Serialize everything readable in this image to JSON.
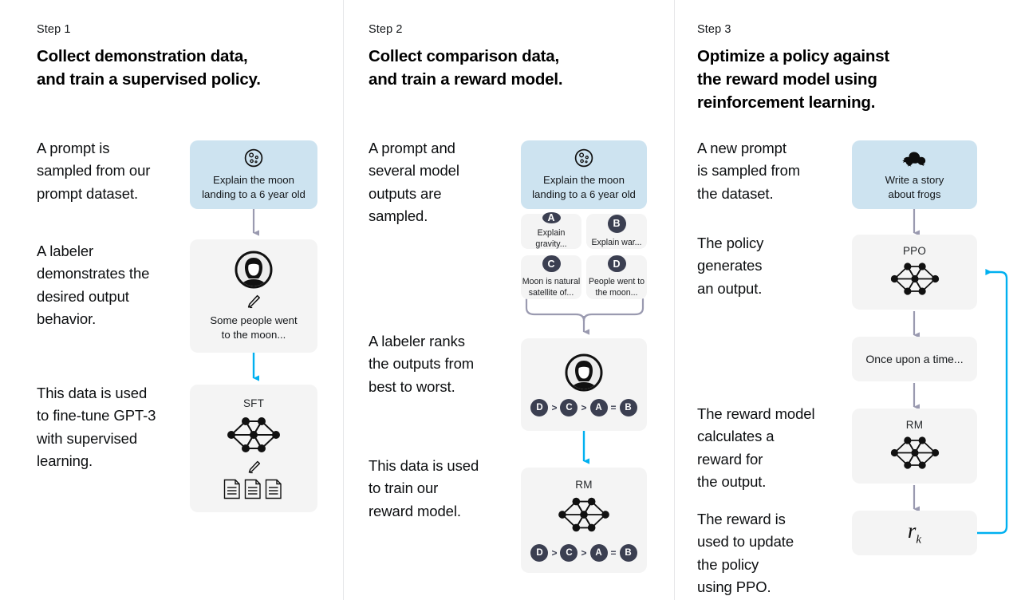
{
  "colors": {
    "prompt_box_blue": "#cde3f0",
    "neutral_box_gray": "#f4f4f4",
    "badge_dark": "#3b3f51",
    "arrow_gray": "#9a9ab0",
    "arrow_blue": "#00b0f0",
    "divider": "#e6e7e9",
    "text": "#0b0d0e"
  },
  "steps": [
    {
      "label": "Step 1",
      "title": "Collect demonstration data,\nand train a supervised policy.",
      "paragraphs": [
        "A prompt is\nsampled from our\nprompt dataset.",
        "A labeler\ndemonstrates the\ndesired output\nbehavior.",
        "This data is used\nto fine-tune GPT-3\nwith supervised\nlearning."
      ],
      "prompt_box": {
        "icon": "moon-icon",
        "text": "Explain the moon\nlanding to a 6 year old"
      },
      "labeler_box": {
        "icon": "labeler-avatar-icon",
        "sub_icon": "pencil-icon",
        "text": "Some people went\nto the moon..."
      },
      "model_box": {
        "tag": "SFT",
        "icon": "neural-network-icon",
        "sub_icon": "pencil-icon",
        "docs_icon": "documents-icon"
      }
    },
    {
      "label": "Step 2",
      "title": "Collect comparison data,\nand train a reward model.",
      "paragraphs": [
        "A prompt and\nseveral model\noutputs are\nsampled.",
        "A labeler ranks\nthe outputs from\nbest to worst.",
        "This data is used\nto train our\nreward model."
      ],
      "prompt_box": {
        "icon": "moon-icon",
        "text": "Explain the moon\nlanding to a 6 year old"
      },
      "outputs": [
        {
          "badge": "A",
          "text": "Explain gravity..."
        },
        {
          "badge": "B",
          "text": "Explain war..."
        },
        {
          "badge": "C",
          "text": "Moon is natural\nsatellite of..."
        },
        {
          "badge": "D",
          "text": "People went to\nthe moon..."
        }
      ],
      "ranking_box": {
        "icon": "labeler-avatar-icon",
        "ranking": [
          "D",
          ">",
          "C",
          ">",
          "A",
          "=",
          "B"
        ]
      },
      "reward_box": {
        "tag": "RM",
        "icon": "neural-network-icon",
        "ranking": [
          "D",
          ">",
          "C",
          ">",
          "A",
          "=",
          "B"
        ]
      }
    },
    {
      "label": "Step 3",
      "title": "Optimize a policy against\nthe reward model using\nreinforcement learning.",
      "paragraphs": [
        "A new prompt\nis sampled from\nthe dataset.",
        "The policy\ngenerates\nan output.",
        "The reward model\ncalculates a\nreward for\nthe output.",
        "The reward is\nused to update\nthe policy\nusing PPO."
      ],
      "prompt_box": {
        "icon": "frog-icon",
        "text": "Write a story\nabout frogs"
      },
      "policy_box": {
        "tag": "PPO",
        "icon": "neural-network-icon"
      },
      "output_box": {
        "text": "Once upon a time..."
      },
      "reward_model_box": {
        "tag": "RM",
        "icon": "neural-network-icon"
      },
      "reward_value_box": {
        "symbol": "r",
        "subscript": "k"
      }
    }
  ]
}
